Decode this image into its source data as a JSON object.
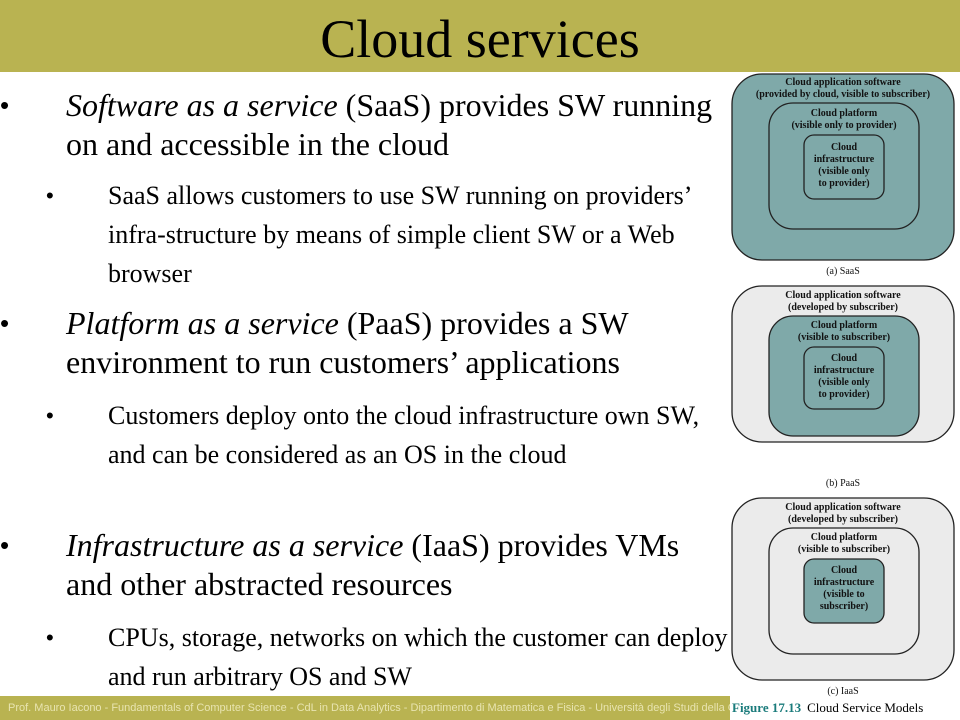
{
  "title": "Cloud services",
  "bullets": [
    {
      "italic": "Software as a service",
      "text": " (SaaS) provides SW running on and accessible in the cloud",
      "sub": "SaaS allows customers to use SW running on providers’ infra-structure by means of simple client SW or a Web browser"
    },
    {
      "italic": "Platform as a service",
      "text": " (PaaS) provides a SW environment to run customers’ applications",
      "sub": "Customers deploy onto the cloud infrastructure own SW, and can be considered as an OS in the cloud"
    },
    {
      "italic": "Infrastructure as a service",
      "text": " (IaaS) provides VMs and other abstracted resources",
      "sub": "CPUs, storage, networks on which the customer can deploy and run arbitrary OS and SW"
    }
  ],
  "footer": "Prof. Mauro Iacono - Fundamentals of Computer Science - CdL in Data Analytics - Dipartimento di Matematica e Fisica - Università degli Studi della Campania",
  "figure": {
    "number": "Figure 17.13",
    "name": "Cloud Service Models",
    "panels": [
      {
        "caption": "(a) SaaS",
        "outer": [
          "Cloud application software",
          "(provided by cloud, visible to subscriber)"
        ],
        "middle": [
          "Cloud platform",
          "(visible only to provider)"
        ],
        "inner": [
          "Cloud",
          "infrastructure",
          "(visible only",
          "to provider)"
        ]
      },
      {
        "caption": "(b) PaaS",
        "outer": [
          "Cloud application software",
          "(developed by subscriber)"
        ],
        "middle": [
          "Cloud platform",
          "(visible to subscriber)"
        ],
        "inner": [
          "Cloud",
          "infrastructure",
          "(visible only",
          "to provider)"
        ]
      },
      {
        "caption": "(c) IaaS",
        "outer": [
          "Cloud application software",
          "(developed by subscriber)"
        ],
        "middle": [
          "Cloud platform",
          "(visible to subscriber)"
        ],
        "inner": [
          "Cloud",
          "infrastructure",
          "(visible to",
          "subscriber)"
        ]
      }
    ],
    "colors": {
      "teal": "#7fa9a9",
      "gray": "#ebebeb",
      "stroke": "#222222"
    }
  }
}
